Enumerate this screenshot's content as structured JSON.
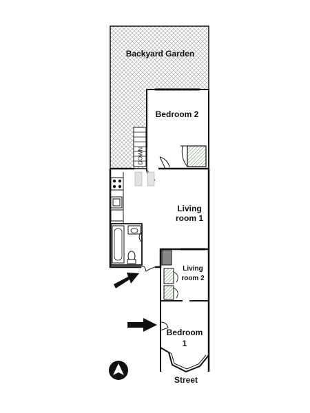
{
  "rooms": {
    "backyard_garden": "Backyard Garden",
    "bedroom_2": "Bedroom 2",
    "living_room_1": "Living\nroom 1",
    "living_room_2": "Living\nroom 2",
    "bedroom_1": "Bedroom\n1"
  },
  "stairs_label": "DOWN",
  "street_label": "Street",
  "compass_label": "N",
  "colors": {
    "wall": "#111111",
    "hatch": "#9a9a9a",
    "closet_hatch": "#7fa37f",
    "column": "#888888"
  }
}
